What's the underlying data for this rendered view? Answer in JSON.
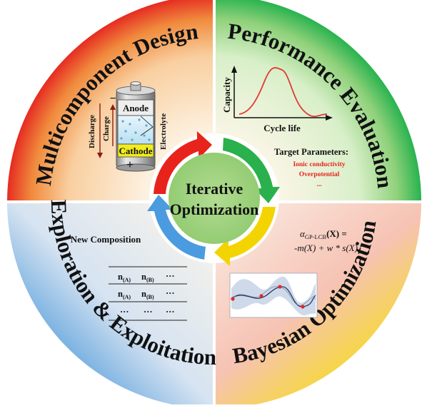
{
  "center": {
    "title_line1": "Iterative",
    "title_line2": "Optimization"
  },
  "quadrants": {
    "top_left": {
      "title": "Multicomponent Design",
      "battery": {
        "anode": "Anode",
        "cathode": "Cathode",
        "electrolyte": "Electrolyte",
        "charge": "Charge",
        "discharge": "Discharge",
        "minus": "−",
        "plus": "+"
      }
    },
    "top_right": {
      "title": "Performance Evaluation",
      "plot": {
        "ylabel": "Capacity",
        "xlabel": "Cycle life"
      },
      "target_heading": "Target Parameters:",
      "targets": [
        "Ionic conductivity",
        "Overpotential",
        "..."
      ]
    },
    "bottom_left": {
      "title": "Exploration & Exploitation",
      "subtitle": "New Composition",
      "table": {
        "rows": [
          [
            "n(A)",
            "n(B)",
            "···"
          ],
          [
            "n(A)",
            "n(B)",
            "···"
          ],
          [
            "···",
            "···",
            "···"
          ]
        ],
        "row1": {
          "a": "n",
          "a_sub": "(A)",
          "b": "n",
          "b_sub": "(B)",
          "c": "···"
        },
        "row2": {
          "a": "n",
          "a_sub": "(A)",
          "b": "n",
          "b_sub": "(B)",
          "c": "···"
        },
        "row3": {
          "a": "···",
          "b": "···",
          "c": "···"
        }
      }
    },
    "bottom_right": {
      "title": "Bayesian Optimization",
      "formula_line1_alpha": "α",
      "formula_line1_sub": "GP-LCB",
      "formula_line1_rest": "(X) =",
      "formula_line2": "-m(X) + w * s(X)"
    }
  },
  "colors": {
    "red": "#e8231b",
    "green": "#22b14c",
    "yellow": "#f5e400",
    "blue": "#3a8fd6",
    "center_green": "#9bd27a",
    "target_red": "#e8231b"
  }
}
